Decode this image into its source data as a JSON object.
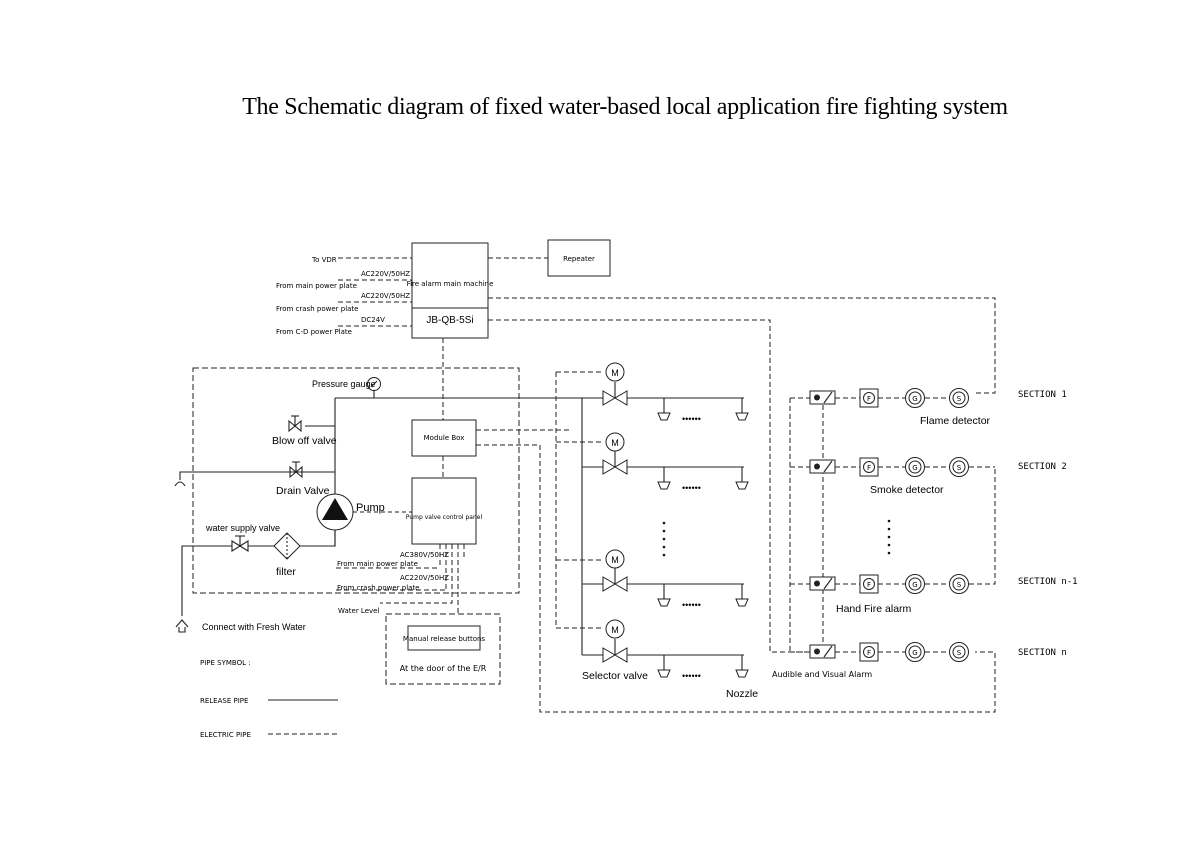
{
  "title": "The Schematic diagram of fixed water-based local application fire fighting system",
  "main_machine": {
    "label": "Fire alarm main machine",
    "model": "JB-QB-5Si"
  },
  "repeater": "Repeater",
  "inputs": {
    "to_vdr": "To VDR",
    "ac1": "AC220V/50HZ",
    "from_main": "From main power plate",
    "ac2": "AC220V/50HZ",
    "from_crash": "From crash power plate",
    "dc": "DC24V",
    "from_cd": "From C-D power Plate"
  },
  "module_box": "Module Box",
  "control_panel": "Pump valve control panel",
  "panel_inputs": {
    "ac380": "AC380V/50HZ",
    "from_main": "From main power plate",
    "ac220": "AC220V/50HZ",
    "from_crash": "From crash power plate",
    "water_level": "Water Level"
  },
  "manual": {
    "label": "Manual release buttons",
    "location": "At the door of the E/R"
  },
  "pump_side": {
    "pressure_gauge": "Pressure gauge",
    "blow_off": "Blow off valve",
    "drain": "Drain Valve",
    "pump": "Pump",
    "supply_valve": "water supply valve",
    "filter": "filter",
    "fresh_water": "Connect with Fresh Water"
  },
  "valves": {
    "motor_symbol": "M",
    "selector": "Selector valve",
    "nozzle": "Nozzle",
    "dots": "••••••"
  },
  "detectors": {
    "flame": "Flame detector",
    "smoke": "Smoke detector",
    "hand": "Hand Fire alarm",
    "audible": "Audible and Visual Alarm",
    "f_symbol": "F",
    "g_symbol": "G",
    "s_symbol": "S"
  },
  "sections": [
    "SECTION 1",
    "SECTION 2",
    "SECTION n-1",
    "SECTION n"
  ],
  "legend": {
    "title": "PIPE SYMBOL :",
    "release": "RELEASE PIPE",
    "electric": "ELECTRIC PIPE"
  }
}
